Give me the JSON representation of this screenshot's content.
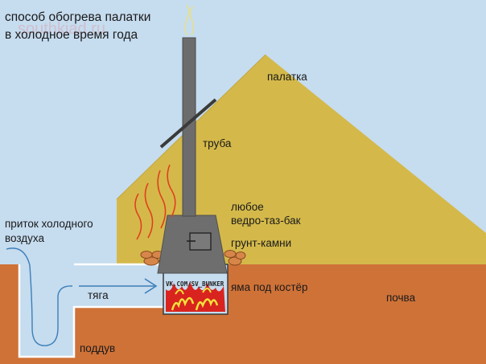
{
  "title": {
    "line1": "способ обогрева палатки",
    "line2": "в холодное время года"
  },
  "watermark": "southkiad.ru",
  "labels": {
    "tent": "палатка",
    "pipe": "труба",
    "container_1": "любое",
    "container_2": "ведро-таз-бак",
    "ground_stones": "грунт-камни",
    "inflow_1": "приток холодного",
    "inflow_2": "воздуха",
    "draft": "тяга",
    "pit": "яма под костёр",
    "soil": "почва",
    "blower": "поддув"
  },
  "stamp": "VK.COM/SV_BUNKER",
  "colors": {
    "sky": "#c6dcef",
    "tent": "#d4b94a",
    "soil": "#cf7238",
    "pipe": "#6c6c6c",
    "stove": "#6e6e6e",
    "fire_red": "#d9231f",
    "fire_yellow": "#f2e33a",
    "heat_waves": "#e0401e",
    "stones": "#d7864a",
    "arrow": "#3b7fb8"
  }
}
